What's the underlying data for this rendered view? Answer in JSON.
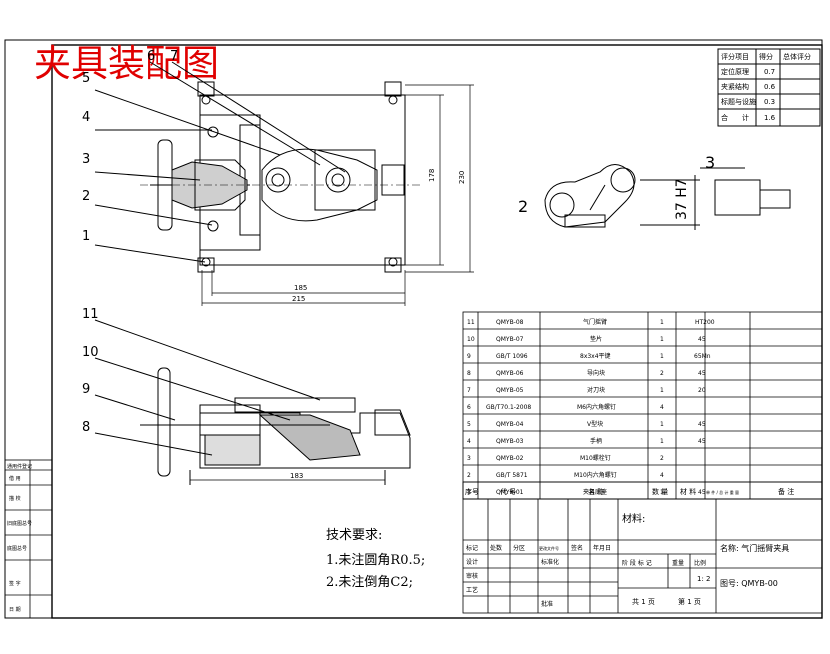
{
  "title": "夹具装配图",
  "balloons_top": [
    "5",
    "4",
    "3",
    "2",
    "1"
  ],
  "balloon_top_extra": "6",
  "balloon_top_extra2": "7",
  "balloons_bottom": [
    "11",
    "10",
    "9",
    "8"
  ],
  "dims": {
    "w185": "185",
    "w215": "215",
    "h178": "178",
    "h230": "230",
    "w183": "183",
    "h37": "37 H7"
  },
  "detail_labels": [
    "2",
    "3"
  ],
  "score_table": {
    "headers": [
      "评分项目",
      "得分",
      "总体评分"
    ],
    "rows": [
      [
        "定位原理",
        "0.7",
        ""
      ],
      [
        "夹紧结构",
        "0.6",
        ""
      ],
      [
        "标题与设施",
        "0.3",
        ""
      ],
      [
        "合　　计",
        "1.6",
        ""
      ]
    ]
  },
  "bom": {
    "rows": [
      [
        "11",
        "QMYB-08",
        "气门摇臂",
        "1",
        "HT200",
        ""
      ],
      [
        "10",
        "QMYB-07",
        "垫片",
        "1",
        "45",
        ""
      ],
      [
        "9",
        "GB/T 1096",
        "8x3x4平键",
        "1",
        "65Mn",
        ""
      ],
      [
        "8",
        "QMYB-06",
        "导向块",
        "2",
        "45",
        ""
      ],
      [
        "7",
        "QMYB-05",
        "对刀块",
        "1",
        "20",
        ""
      ],
      [
        "6",
        "GB/T70.1-2008",
        "M6内六角螺钉",
        "4",
        "",
        ""
      ],
      [
        "5",
        "QMYB-04",
        "V型块",
        "1",
        "45",
        ""
      ],
      [
        "4",
        "QMYB-03",
        "手柄",
        "1",
        "45",
        ""
      ],
      [
        "3",
        "QMYB-02",
        "M10螺栓钉",
        "2",
        "",
        ""
      ],
      [
        "2",
        "GB/T 5871",
        "M10内六角螺钉",
        "4",
        "",
        ""
      ],
      [
        "1",
        "QMYB-01",
        "夹具底座",
        "1",
        "45",
        ""
      ]
    ],
    "header": [
      "序号",
      "代 号",
      "名 称",
      "数 量",
      "材 料",
      "单 件 / 总 计 重 量",
      "备 注"
    ]
  },
  "title_block": {
    "material": "材料:",
    "name": "名称: 气门摇臂夹具",
    "drawing_no": "图号: QMYB-00",
    "scale": "1: 2",
    "sheets_total": "共 1 页",
    "sheet_no": "第 1 页",
    "rows_left": [
      "标记",
      "处数",
      "分区",
      "更改文件号",
      "签名",
      "年月日"
    ],
    "design": "设计",
    "standard": "标准化",
    "check": "审核",
    "process": "工艺",
    "approve": "批准",
    "stage": "阶 段 标 记",
    "weight": "重量",
    "ratio": "比例"
  },
  "left_strip": [
    "通用件登记",
    "借 用",
    "描 校",
    "旧底图总号",
    "底图总号",
    "签 字",
    "日 期"
  ],
  "tech": {
    "head": "技术要求:",
    "r1": "1.未注圆角R0.5;",
    "r2": "2.未注倒角C2;"
  }
}
